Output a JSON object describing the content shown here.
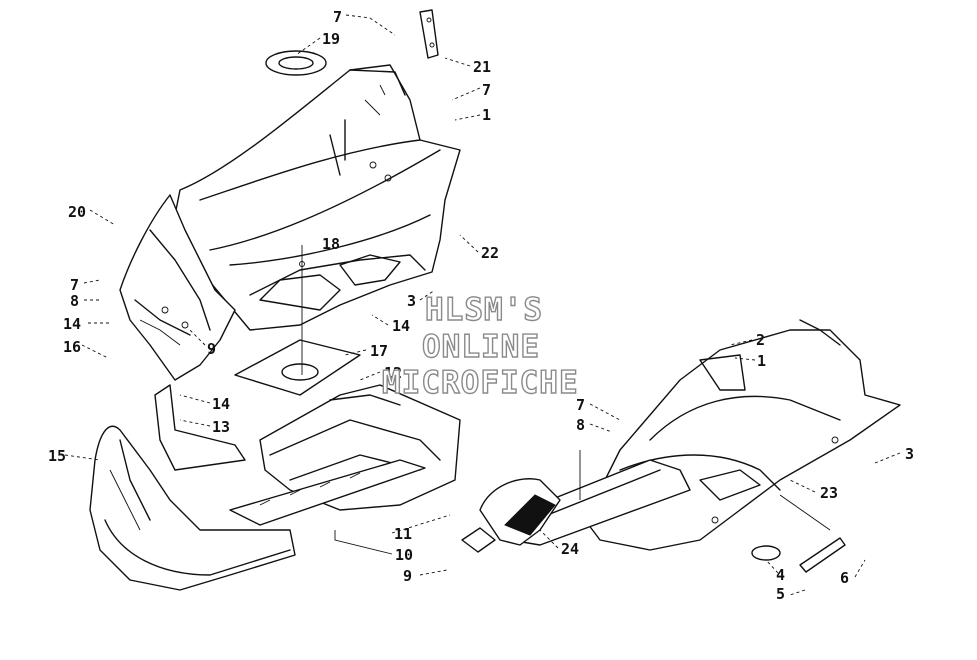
{
  "watermark": {
    "line1": "HLSM'S",
    "line2": "ONLINE",
    "line3": "MICROFICHE"
  },
  "callouts": [
    {
      "id": "c7a",
      "label": "7"
    },
    {
      "id": "c19",
      "label": "19"
    },
    {
      "id": "c21",
      "label": "21"
    },
    {
      "id": "c7b",
      "label": "7"
    },
    {
      "id": "c1a",
      "label": "1"
    },
    {
      "id": "c20",
      "label": "20"
    },
    {
      "id": "c18",
      "label": "18"
    },
    {
      "id": "c22",
      "label": "22"
    },
    {
      "id": "c7c",
      "label": "7"
    },
    {
      "id": "c8a",
      "label": "8"
    },
    {
      "id": "c3a",
      "label": "3"
    },
    {
      "id": "c14a",
      "label": "14"
    },
    {
      "id": "c14b",
      "label": "14"
    },
    {
      "id": "c9a",
      "label": "9"
    },
    {
      "id": "c16",
      "label": "16"
    },
    {
      "id": "c17",
      "label": "17"
    },
    {
      "id": "c12",
      "label": "12"
    },
    {
      "id": "c14c",
      "label": "14"
    },
    {
      "id": "c13",
      "label": "13"
    },
    {
      "id": "c15",
      "label": "15"
    },
    {
      "id": "c2",
      "label": "2"
    },
    {
      "id": "c1b",
      "label": "1"
    },
    {
      "id": "c7d",
      "label": "7"
    },
    {
      "id": "c8b",
      "label": "8"
    },
    {
      "id": "c3b",
      "label": "3"
    },
    {
      "id": "c23",
      "label": "23"
    },
    {
      "id": "c11",
      "label": "11"
    },
    {
      "id": "c10",
      "label": "10"
    },
    {
      "id": "c24",
      "label": "24"
    },
    {
      "id": "c9b",
      "label": "9"
    },
    {
      "id": "c4",
      "label": "4"
    },
    {
      "id": "c5",
      "label": "5"
    },
    {
      "id": "c6",
      "label": "6"
    }
  ]
}
